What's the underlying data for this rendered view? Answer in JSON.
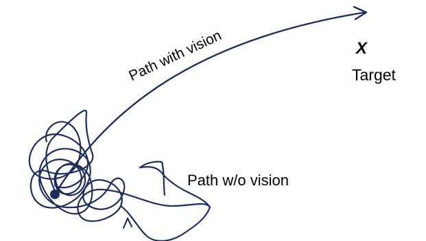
{
  "labels": {
    "path_with_vision": "Path with vision",
    "path_without_vision": "Path w/o vision",
    "target_marker": "X",
    "target": "Target"
  },
  "colors": {
    "ink": "#1f2d5c",
    "text": "#000000",
    "background": "#ffffff"
  }
}
